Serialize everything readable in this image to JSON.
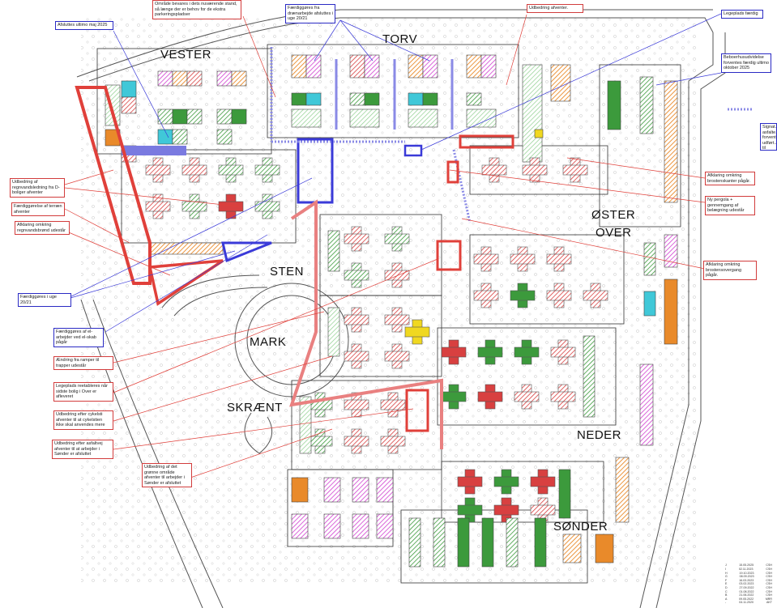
{
  "areas": {
    "vester": "VESTER",
    "torv": "TORV",
    "sten": "STEN",
    "mark": "MARK",
    "skraent": "SKRÆNT",
    "oester": "ØSTER",
    "over": "OVER",
    "neder": "NEDER",
    "soender": "SØNDER"
  },
  "notes": {
    "omraade_bevares": "Område bevares i dets nuværende stand, så længe der er behov for de ekstra parkeringspladser",
    "faerdiggoeres_dran": "Færdiggøres fra drænarbejde afsluttes i uge 20/21",
    "udbedring_afventer": "Udbedring afventer.",
    "legeplads_faerdig": "Legeplads færdig",
    "afsluttes_ultimo": "Afsluttes ultimo maj 2025",
    "beboerhus": "Beboerhusudvidelse forventes færdig ultimo oktober 2025",
    "signat": "Signat... asfalte... forvente... udført... til efter...",
    "udbedring_regnvand": "Udbedring af regnvandsledning fra D-boliger afventer",
    "faerdiggoerelse_terraen": "Færdiggørelse af terræn afventer",
    "afklaring_regnvandsbroend": "Afklaring omkring regnvandsbrønd udestår",
    "afklaring_brostenskanter": "Afklaring omkring brostenskanter pågår.",
    "ny_pergola": "Ny pergola + gennemgang af belægning udestår",
    "afklaring_brostensovergang": "Afklaring omkring brostensovergang pågår.",
    "faerdiggoeres_uge": "Færdiggøres i uge 20/21",
    "faerdiggoeres_elskab": "Færdiggøres af el-arbejder ved el-skab pågår",
    "aendring_ramper": "Ændring fra ramper til trapper udestår",
    "legeplads_reetableres": "Legeplads reetableres når sidste bolig i Over er afleveret",
    "udbedring_cykelsti": "Udbedring efter cykelsti afventer til at cykelstien ikke skal anvendes mere",
    "udbedring_asfalt": "Udbedring efter asfaltvej afventer til at arbejder i Sønder er afsluttet",
    "udbedring_groenne": "Udbedring af det grønne område afventer til arbejder i Sønder er afsluttet"
  },
  "legend_rows": [
    {
      "rev": "J",
      "date": "15.05.2025",
      "init": "CSH"
    },
    {
      "rev": "I",
      "date": "02.11.2023",
      "init": "CSH"
    },
    {
      "rev": "H",
      "date": "19.10.2023",
      "init": "CSH"
    },
    {
      "rev": "G",
      "date": "08.09.2023",
      "init": "CSH"
    },
    {
      "rev": "F",
      "date": "16.03.2023",
      "init": "CSH"
    },
    {
      "rev": "E",
      "date": "03.02.2023",
      "init": "CSH"
    },
    {
      "rev": "D",
      "date": "27.09.2022",
      "init": "CSH"
    },
    {
      "rev": "C",
      "date": "01.08.2022",
      "init": "CSH"
    },
    {
      "rev": "B",
      "date": "21.06.2022",
      "init": "CSH"
    },
    {
      "rev": "A",
      "date": "09.05.2022",
      "init": "MRR"
    },
    {
      "rev": "-",
      "date": "04.11.2020",
      "init": "AKT"
    }
  ],
  "colors": {
    "red_markup": "#e0403a",
    "blue_markup": "#3a3ad8",
    "hatch_green": "#3c9a3c",
    "hatch_red": "#d84040",
    "hatch_orange": "#e98a2a",
    "hatch_magenta": "#d040d0",
    "cyan": "#40c8d8",
    "yellow": "#f0d820"
  }
}
